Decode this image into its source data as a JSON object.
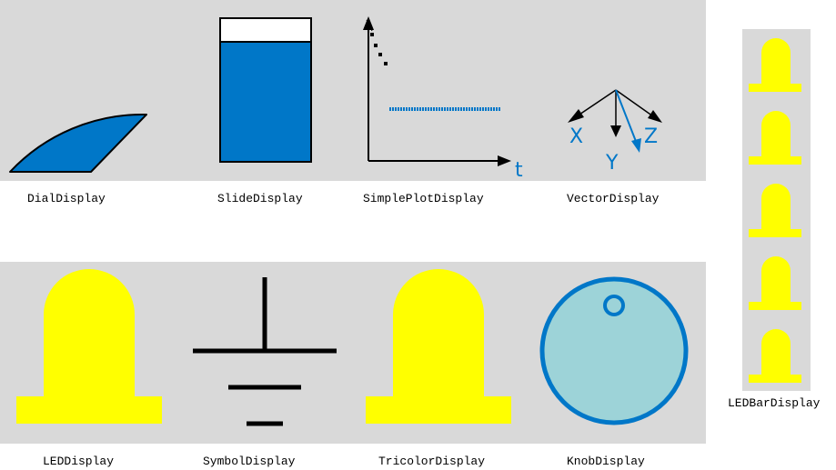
{
  "colors": {
    "panel": "#d9d9d9",
    "blue": "#0077c8",
    "yellow": "#ffff00",
    "knob_fill": "#9dd3d8",
    "black": "#000000"
  },
  "widgets": {
    "dial": {
      "label": "DialDisplay",
      "icon": "dial-sector-icon"
    },
    "slide": {
      "label": "SlideDisplay",
      "icon": "slide-bar-icon",
      "level": 0.84
    },
    "plot": {
      "label": "SimplePlotDisplay",
      "icon": "plot-axes-icon",
      "axis_label": "t"
    },
    "vector": {
      "label": "VectorDisplay",
      "icon": "vector-axes-icon",
      "x_label": "X",
      "y_label": "Y",
      "z_label": "Z"
    },
    "led": {
      "label": "LEDDisplay",
      "icon": "led-icon"
    },
    "symbol": {
      "label": "SymbolDisplay",
      "icon": "ground-symbol-icon"
    },
    "tricolor": {
      "label": "TricolorDisplay",
      "icon": "tricolor-led-icon"
    },
    "knob": {
      "label": "KnobDisplay",
      "icon": "knob-icon"
    },
    "ledbar": {
      "label": "LEDBarDisplay",
      "icon": "led-bar-icon",
      "count": 5
    }
  }
}
